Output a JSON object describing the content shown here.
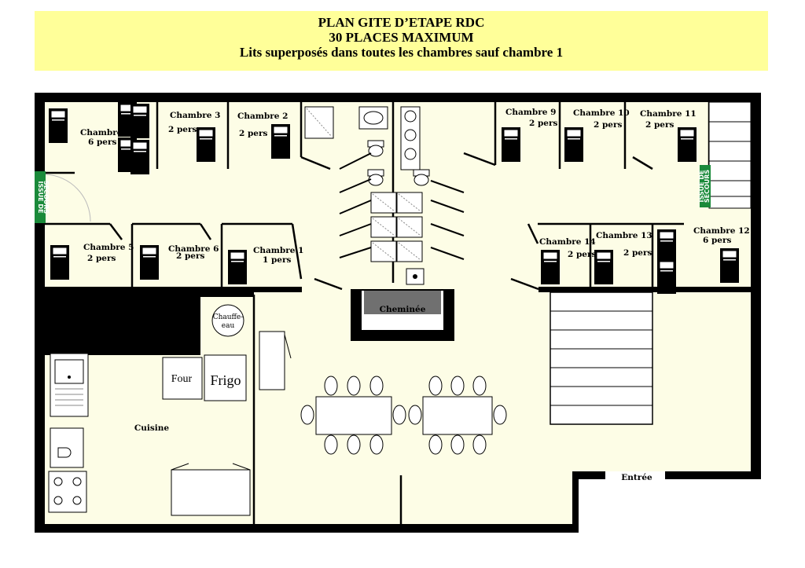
{
  "header": {
    "title": "PLAN GITE D’ETAPE RDC",
    "subtitle": "30 PLACES MAXIMUM",
    "note": "Lits superposés dans toutes les chambres sauf chambre 1"
  },
  "rooms": {
    "ch1": {
      "name": "Chambre 1",
      "cap": "1 pers"
    },
    "ch2": {
      "name": "Chambre 2",
      "cap": "2 pers"
    },
    "ch3": {
      "name": "Chambre 3",
      "cap": "2 pers"
    },
    "ch4": {
      "name": "Chambre 4",
      "cap": "6 pers"
    },
    "ch5": {
      "name": "Chambre 5",
      "cap": "2 pers"
    },
    "ch6": {
      "name": "Chambre 6",
      "cap": "2 pers"
    },
    "ch9": {
      "name": "Chambre 9",
      "cap": "2 pers"
    },
    "ch10": {
      "name": "Chambre 10",
      "cap": "2 pers"
    },
    "ch11": {
      "name": "Chambre 11",
      "cap": "2 pers"
    },
    "ch12": {
      "name": "Chambre 12",
      "cap": "6 pers"
    },
    "ch13": {
      "name": "Chambre 13",
      "cap": "2 pers"
    },
    "ch14": {
      "name": "Chambre 14",
      "cap": "2 pers"
    }
  },
  "labels": {
    "cheminee": "Cheminée",
    "chauffe1": "Chauffe-",
    "chauffe2": "eau",
    "four": "Four",
    "frigo": "Frigo",
    "cuisine": "Cuisine",
    "entree": "Entrée",
    "exit_left_1": "ISSUE DE",
    "exit_left_2": "SECOURS",
    "exit_right_1": "ISSUE DE",
    "exit_right_2": "SECOURS"
  },
  "colors": {
    "banner": "#ffff99",
    "floor": "#fdfde6",
    "wall": "#000000",
    "exit_sign": "#1a8a3a",
    "fireplace": "#707070"
  }
}
